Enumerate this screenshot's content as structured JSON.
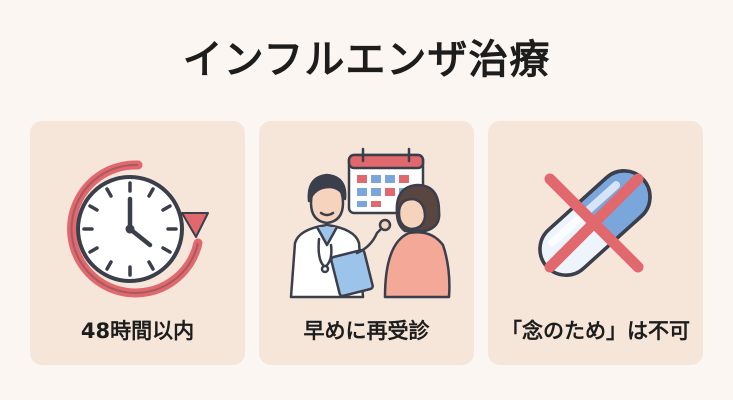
{
  "title": "インフルエンザ治療",
  "cards": [
    {
      "label": "48時間以内",
      "icon": "clock-with-arrow-icon"
    },
    {
      "label": "早めに再受診",
      "icon": "doctor-patient-calendar-icon"
    },
    {
      "label": "「念のため」は不可",
      "icon": "crossed-pill-icon"
    }
  ],
  "colors": {
    "background": "#fbf6f2",
    "card": "#f6e6d9",
    "accent_red": "#e1686d",
    "pill_blue": "#7aa6dc",
    "outline": "#3b3f4c"
  }
}
